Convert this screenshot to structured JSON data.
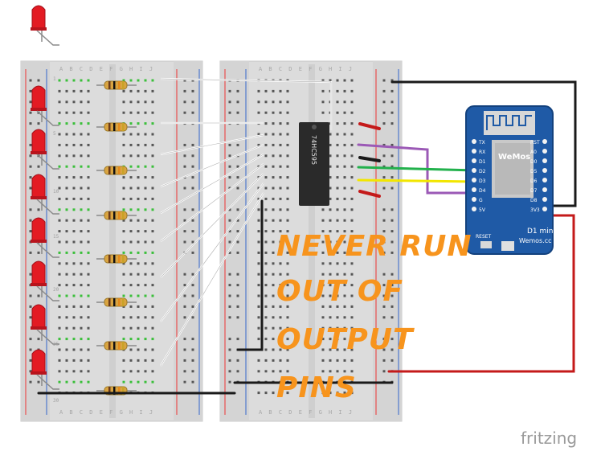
{
  "diagram": {
    "breadboard_columns_top": "A B C D E     F G H I J",
    "breadboard_columns_bottom": "A B C D E     F G H I J",
    "row_numbers": [
      "1",
      "5",
      "10",
      "15",
      "20",
      "25",
      "30"
    ],
    "shift_register_label": "74HC595",
    "board": {
      "name": "D1 mini",
      "brand": "Wemos.cc",
      "logo": "WeMos",
      "reset_label": "RESET",
      "left_pins": [
        "TX",
        "RX",
        "D1",
        "D2",
        "D3",
        "D4",
        "G",
        "5V"
      ],
      "right_pins": [
        "RST",
        "A0",
        "D0",
        "D5",
        "D6",
        "D7",
        "D8",
        "3V3"
      ]
    },
    "caption_lines": [
      "NEVER RUN",
      "OUT OF",
      "OUTPUT",
      "PINS"
    ],
    "watermark": "fritzing",
    "colors": {
      "led": "#e31b23",
      "resistor": "#d9a441",
      "board": "#1f5aa6",
      "caption": "#f7941d",
      "wire_black": "#1a1a1a",
      "wire_red": "#c41a1a",
      "wire_green": "#22b14c",
      "wire_yellow": "#f2e600",
      "wire_purple": "#9b59b6",
      "wire_white": "#ffffff"
    },
    "led_count": 8,
    "resistor_count": 8
  }
}
